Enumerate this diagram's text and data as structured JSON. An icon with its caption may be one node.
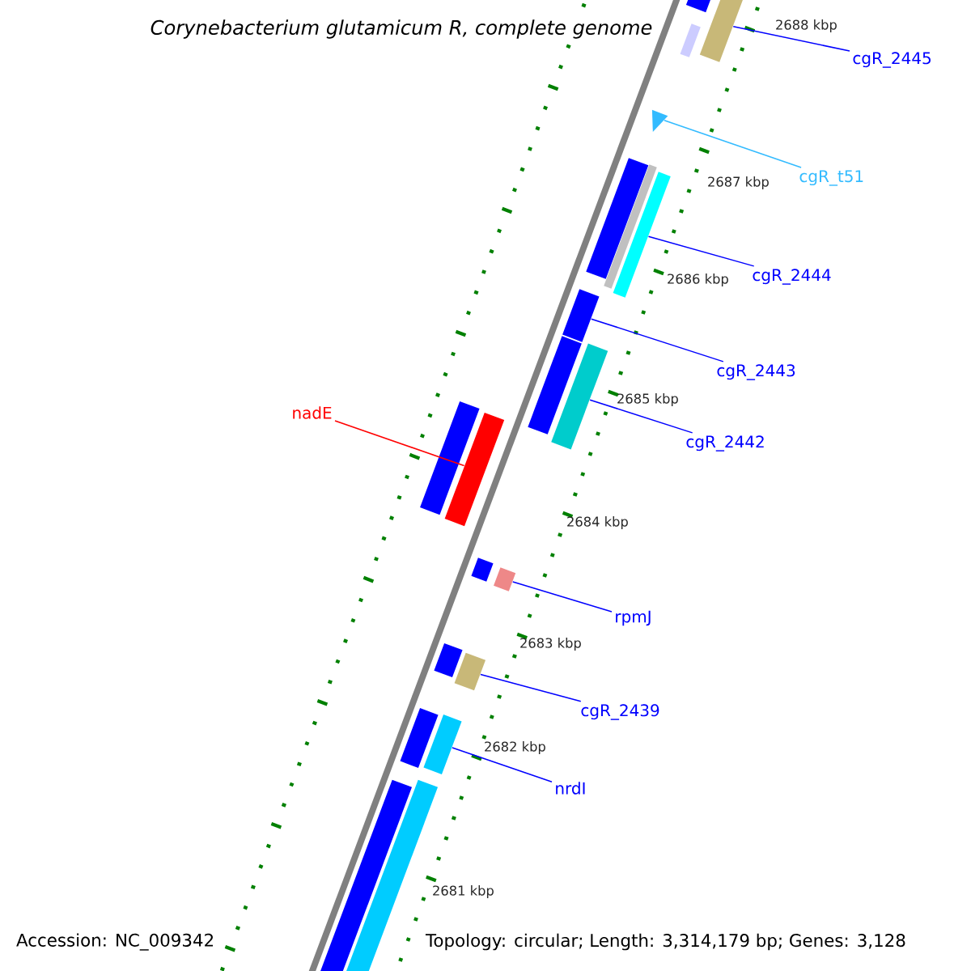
{
  "diagram": {
    "title": "Corynebacterium glutamicum R, complete genome",
    "nodes": [
      {
        "text": [
          "cgR_2445"
        ]
      },
      {
        "text": [],
        "shape": "bar"
      },
      {
        "text": [
          "cgR_t51"
        ]
      },
      {
        "text": [],
        "shape": "triangle"
      },
      {
        "text": [
          "cgR_2444"
        ]
      },
      {
        "text": [],
        "shape": "bar"
      },
      {
        "text": [
          "cgR_2443"
        ]
      },
      {
        "text": [],
        "shape": "bar"
      },
      {
        "text": [
          "cgR_2442"
        ]
      },
      {
        "text": [],
        "shape": "bar"
      },
      {
        "text": [
          "nadE"
        ]
      },
      {
        "text": [],
        "shape": "bar"
      },
      {
        "text": [
          "rpmJ"
        ]
      },
      {
        "text": [],
        "shape": "bar"
      },
      {
        "text": [
          "cgR_2439"
        ]
      },
      {
        "text": [],
        "shape": "bar"
      },
      {
        "text": [
          "nrdI"
        ]
      },
      {
        "text": [],
        "shape": "bar"
      },
      {
        "text": [],
        "shape": "bar"
      },
      {
        "text": [],
        "shape": "bar"
      },
      {
        "text": [],
        "shape": "bar"
      },
      {
        "text": [],
        "shape": "bar"
      },
      {
        "text": [],
        "shape": "bar"
      },
      {
        "text": [],
        "shape": "bar"
      },
      {
        "text": [],
        "shape": "bar"
      },
      {
        "text": [],
        "shape": "bar"
      },
      {
        "text": [],
        "shape": "bar"
      },
      {
        "text": [],
        "shape": "bar"
      },
      {
        "text": [],
        "shape": "bar"
      }
    ],
    "edges": [
      {
        "from": 0,
        "to": 1,
        "arrow": "none"
      },
      {
        "from": 2,
        "to": 3,
        "arrow": "none",
        "color": "#33bbff"
      },
      {
        "from": 4,
        "to": 5,
        "arrow": "none"
      },
      {
        "from": 6,
        "to": 7,
        "arrow": "none"
      },
      {
        "from": 8,
        "to": 9,
        "arrow": "none"
      },
      {
        "from": 10,
        "to": 11,
        "arrow": "none",
        "color": "#ff0000"
      },
      {
        "from": 12,
        "to": 13,
        "arrow": "none"
      },
      {
        "from": 14,
        "to": 15,
        "arrow": "none"
      },
      {
        "from": 16,
        "to": 17,
        "arrow": "none"
      }
    ],
    "labels": [
      "2688 kbp",
      "2687 kbp",
      "2686 kbp",
      "2685 kbp",
      "2684 kbp",
      "2683 kbp",
      "2682 kbp",
      "2681 kbp",
      "Accession: NC_009342",
      "Topology: circular; Length: 3,314,179 bp; Genes: 3,128"
    ]
  }
}
